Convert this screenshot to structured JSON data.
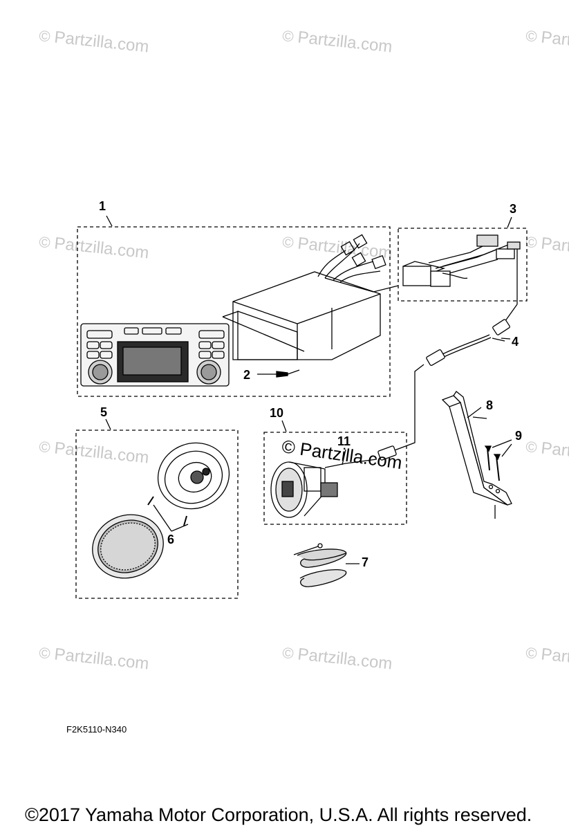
{
  "watermarks": {
    "text": "Partzilla.com",
    "symbol": "©"
  },
  "diagram": {
    "callouts": [
      "1",
      "2",
      "3",
      "4",
      "5",
      "6",
      "7",
      "8",
      "9",
      "10",
      "11"
    ],
    "center_watermark": "© Partzilla.com",
    "part_code": "F2K5110-N340",
    "copyright": "©2017  Yamaha Motor Corporation, U.S.A. All rights reserved."
  }
}
